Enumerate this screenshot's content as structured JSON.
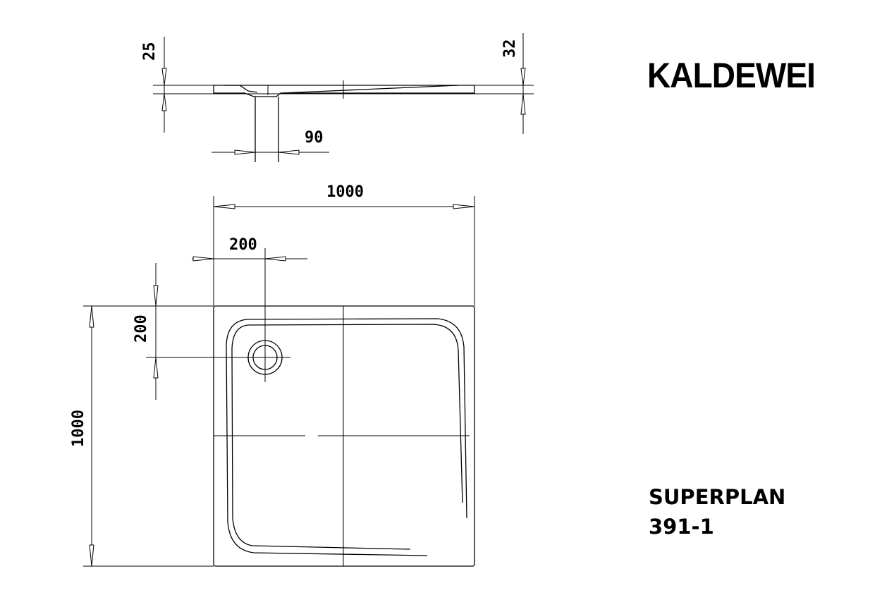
{
  "brand": "KALDEWEI",
  "product": {
    "name": "SUPERPLAN",
    "model": "391-1"
  },
  "dimensions": {
    "side_height_left": "25",
    "side_height_right": "32",
    "drain_diameter": "90",
    "width": "1000",
    "length": "1000",
    "drain_offset_x": "200",
    "drain_offset_y": "200"
  }
}
